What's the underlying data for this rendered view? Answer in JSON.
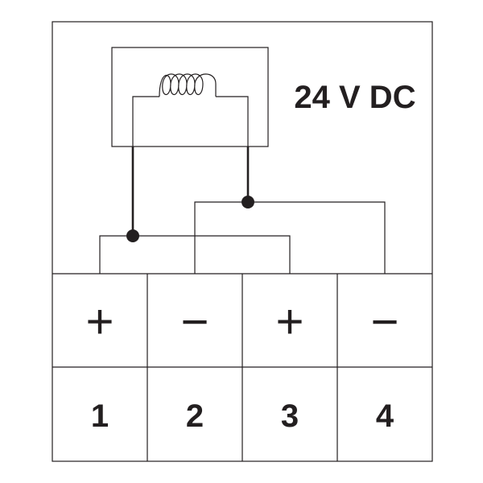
{
  "voltage_label": "24 V DC",
  "terminals": [
    {
      "sign": "+",
      "number": "1"
    },
    {
      "sign": "−",
      "number": "2"
    },
    {
      "sign": "+",
      "number": "3"
    },
    {
      "sign": "−",
      "number": "4"
    }
  ],
  "colors": {
    "stroke": "#231f20",
    "background": "#ffffff"
  },
  "icons": [
    "coil-icon"
  ]
}
